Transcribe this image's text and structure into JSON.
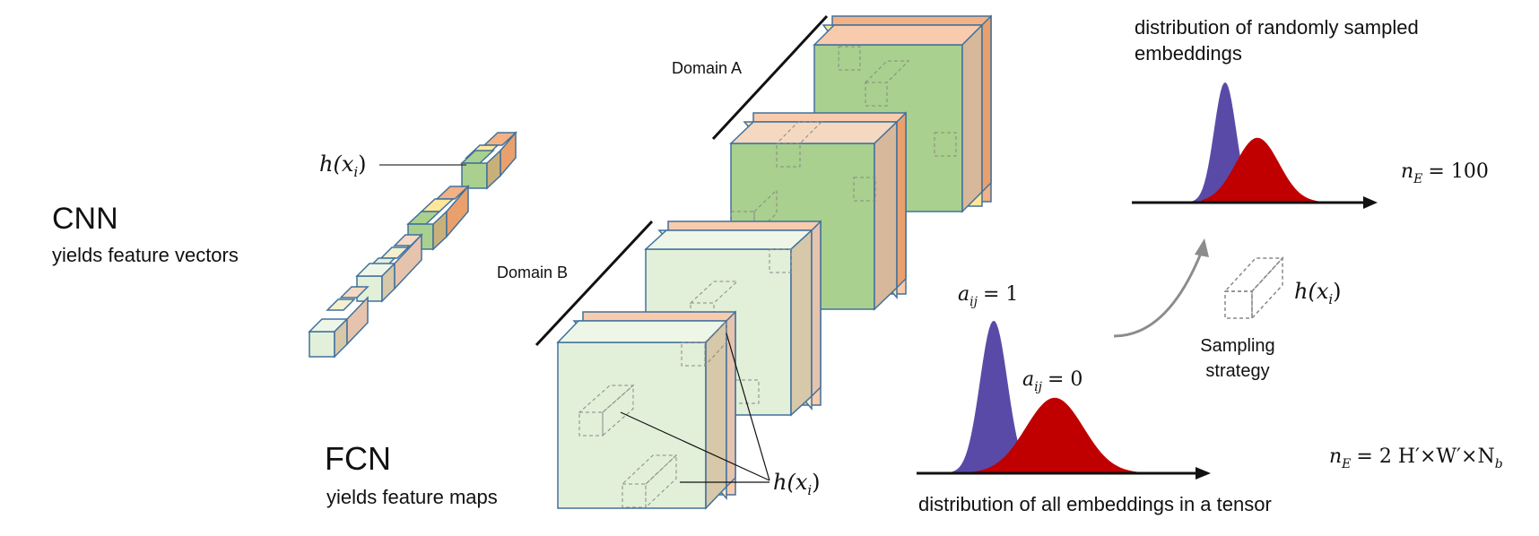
{
  "cnn": {
    "title": "CNN",
    "subtitle": "yields feature vectors",
    "vector_label": "h(x",
    "vector_label_sub": "i",
    "vector_label_close": ")"
  },
  "fcn": {
    "title": "FCN",
    "subtitle": "yields feature maps",
    "map_label": "h(x",
    "map_label_sub": "i",
    "map_label_close": ")"
  },
  "domains": {
    "a": "Domain A",
    "b": "Domain B"
  },
  "sampling": {
    "label_line1": "Sampling",
    "label_line2": "strategy",
    "embedding_label": "h(x",
    "embedding_label_sub": "i",
    "embedding_label_close": ")"
  },
  "top_distribution": {
    "title_line1": "distribution of randomly sampled",
    "title_line2": "embeddings",
    "n_label": "n",
    "n_sub": "E",
    "n_value": "= 100"
  },
  "bottom_distribution": {
    "title": "distribution of all embeddings in a tensor",
    "a1_label": "a",
    "a1_sub": "ij",
    "a1_value": "= 1",
    "a0_label": "a",
    "a0_sub": "ij",
    "a0_value": "= 0",
    "n_label": "n",
    "n_sub": "E",
    "n_value": "=  2 H′×W′×N",
    "n_tail_sub": "b"
  },
  "colors": {
    "blue_dist": "#5a4aa8",
    "red_dist": "#c00000",
    "face_light": "#e2efd9",
    "face_green": "#a9d08e",
    "stroke": "#41719c",
    "peach": "#f4b183",
    "yellow": "#ffe699",
    "side_light": "#c5d9bf"
  }
}
